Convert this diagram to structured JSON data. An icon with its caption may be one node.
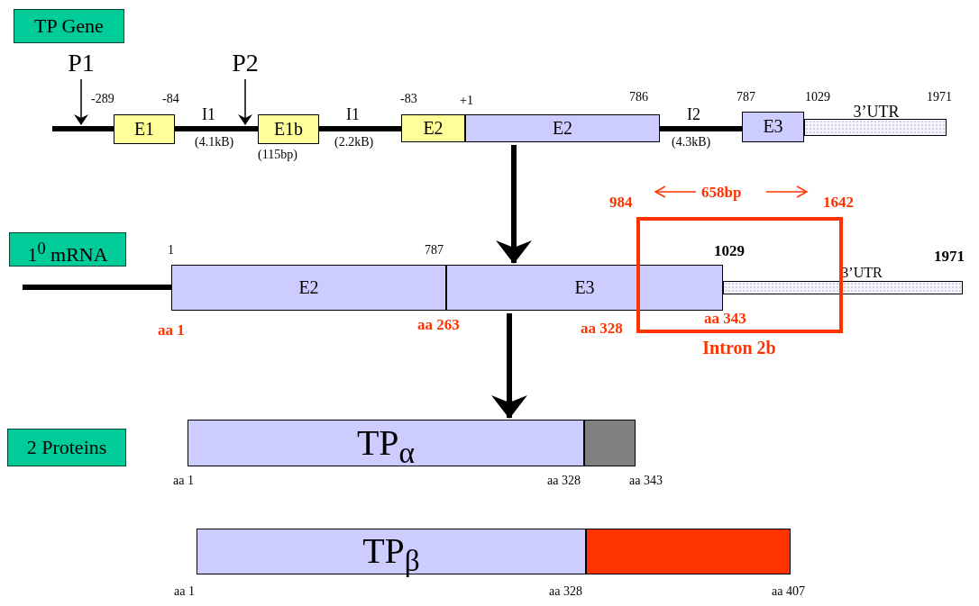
{
  "diagram": {
    "nodes": [
      {
        "text": [
          "TP Gene"
        ]
      },
      {
        "text": [
          "E1"
        ]
      },
      {
        "text": [
          "E1b"
        ]
      },
      {
        "text": [
          "E2"
        ]
      },
      {
        "text": [
          "E2"
        ]
      },
      {
        "text": [
          "E3"
        ]
      },
      {
        "text": [
          "3’UTR"
        ]
      },
      {
        "text": [
          "P1"
        ]
      },
      {
        "text": [
          "P2"
        ]
      },
      {
        "text": [
          "1$^{0}$ mRNA"
        ]
      },
      {
        "text": [
          "E2"
        ]
      },
      {
        "text": [
          "E3"
        ]
      },
      {
        "text": [
          "3’UTR"
        ]
      },
      {
        "text": [
          "Intron 2b"
        ]
      },
      {
        "text": [
          "2 Proteins"
        ]
      },
      {
        "text": [
          "TP$_{α}$"
        ]
      },
      {
        "text": [],
        "shape": "bar"
      },
      {
        "text": [
          "TP$_{β}$"
        ]
      },
      {
        "text": [],
        "shape": "bar"
      }
    ],
    "edges": [
      {
        "from": 7,
        "to": 1,
        "arrow": "to"
      },
      {
        "from": 8,
        "to": 2,
        "arrow": "to"
      },
      {
        "from": 4,
        "to": 11,
        "arrow": "to",
        "style": "thick"
      },
      {
        "from": 11,
        "to": 15,
        "arrow": "to",
        "style": "thick"
      }
    ],
    "labels": [
      "-289",
      "-84",
      "-83",
      "+1",
      "786",
      "787",
      "1029",
      "1971",
      "I1",
      "I1",
      "I2",
      "(4.1kB)",
      "(2.2kB)",
      "(4.3kB)",
      "(115bp)",
      "984",
      "658bp",
      "1642",
      "1",
      "787",
      "1029",
      "1971",
      "aa 1",
      "aa 263",
      "aa 328",
      "aa 343",
      "aa 1",
      "aa 328",
      "aa 343",
      "aa 1",
      "aa 328",
      "aa 407"
    ]
  }
}
